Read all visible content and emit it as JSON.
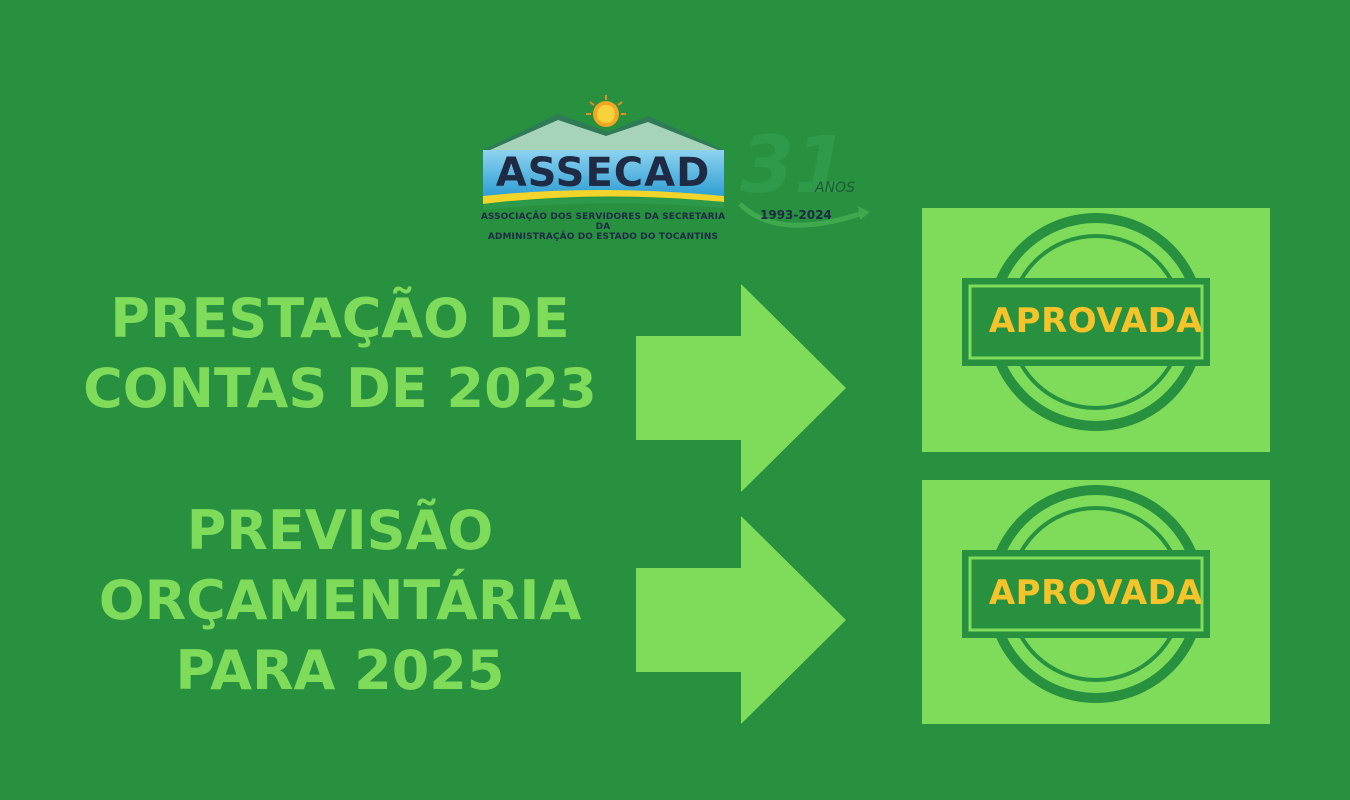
{
  "logo": {
    "name": "ASSECAD",
    "subtitle_line1": "ASSOCIAÇÃO DOS SERVIDORES DA SECRETARIA DA",
    "subtitle_line2": "ADMINISTRAÇÃO DO ESTADO DO TOCANTINS",
    "anniversary_number": "31",
    "anniversary_word": "ANOS",
    "anniversary_years": "1993-2024"
  },
  "items": [
    {
      "line1": "PRESTAÇÃO DE",
      "line2": "CONTAS DE 2023",
      "line3": "",
      "status": "APROVADA"
    },
    {
      "line1": "PREVISÃO",
      "line2": "ORÇAMENTÁRIA",
      "line3": "PARA 2025",
      "status": "APROVADA"
    }
  ],
  "colors": {
    "background": "#27913f",
    "light_green": "#7fdc5a",
    "stamp_green": "#27913f",
    "stamp_text": "#f5c42a"
  }
}
